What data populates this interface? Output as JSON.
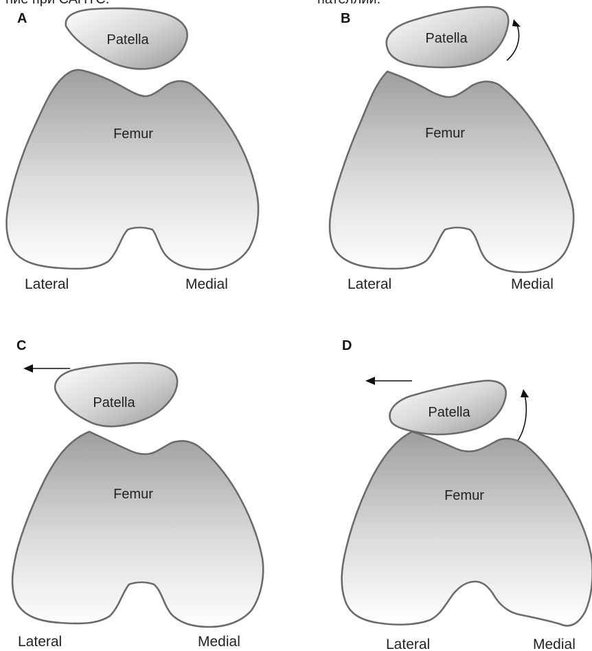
{
  "top_text": {
    "left": "ние при САПТС.",
    "right": "пателлии."
  },
  "labels": {
    "patella": "Patella",
    "femur": "Femur",
    "lateral": "Lateral",
    "medial": "Medial"
  },
  "panels": [
    {
      "letter": "A",
      "patella_tilt": false,
      "patella_shift": false
    },
    {
      "letter": "B",
      "patella_tilt": true,
      "patella_shift": false
    },
    {
      "letter": "C",
      "patella_tilt": false,
      "patella_shift": true
    },
    {
      "letter": "D",
      "patella_tilt": true,
      "patella_shift": true
    }
  ],
  "colors": {
    "bone_outline": "#6b6b6b",
    "bone_fill_dark": "#9e9e9e",
    "bone_fill_light": "#ffffff",
    "arrow": "#111111"
  }
}
